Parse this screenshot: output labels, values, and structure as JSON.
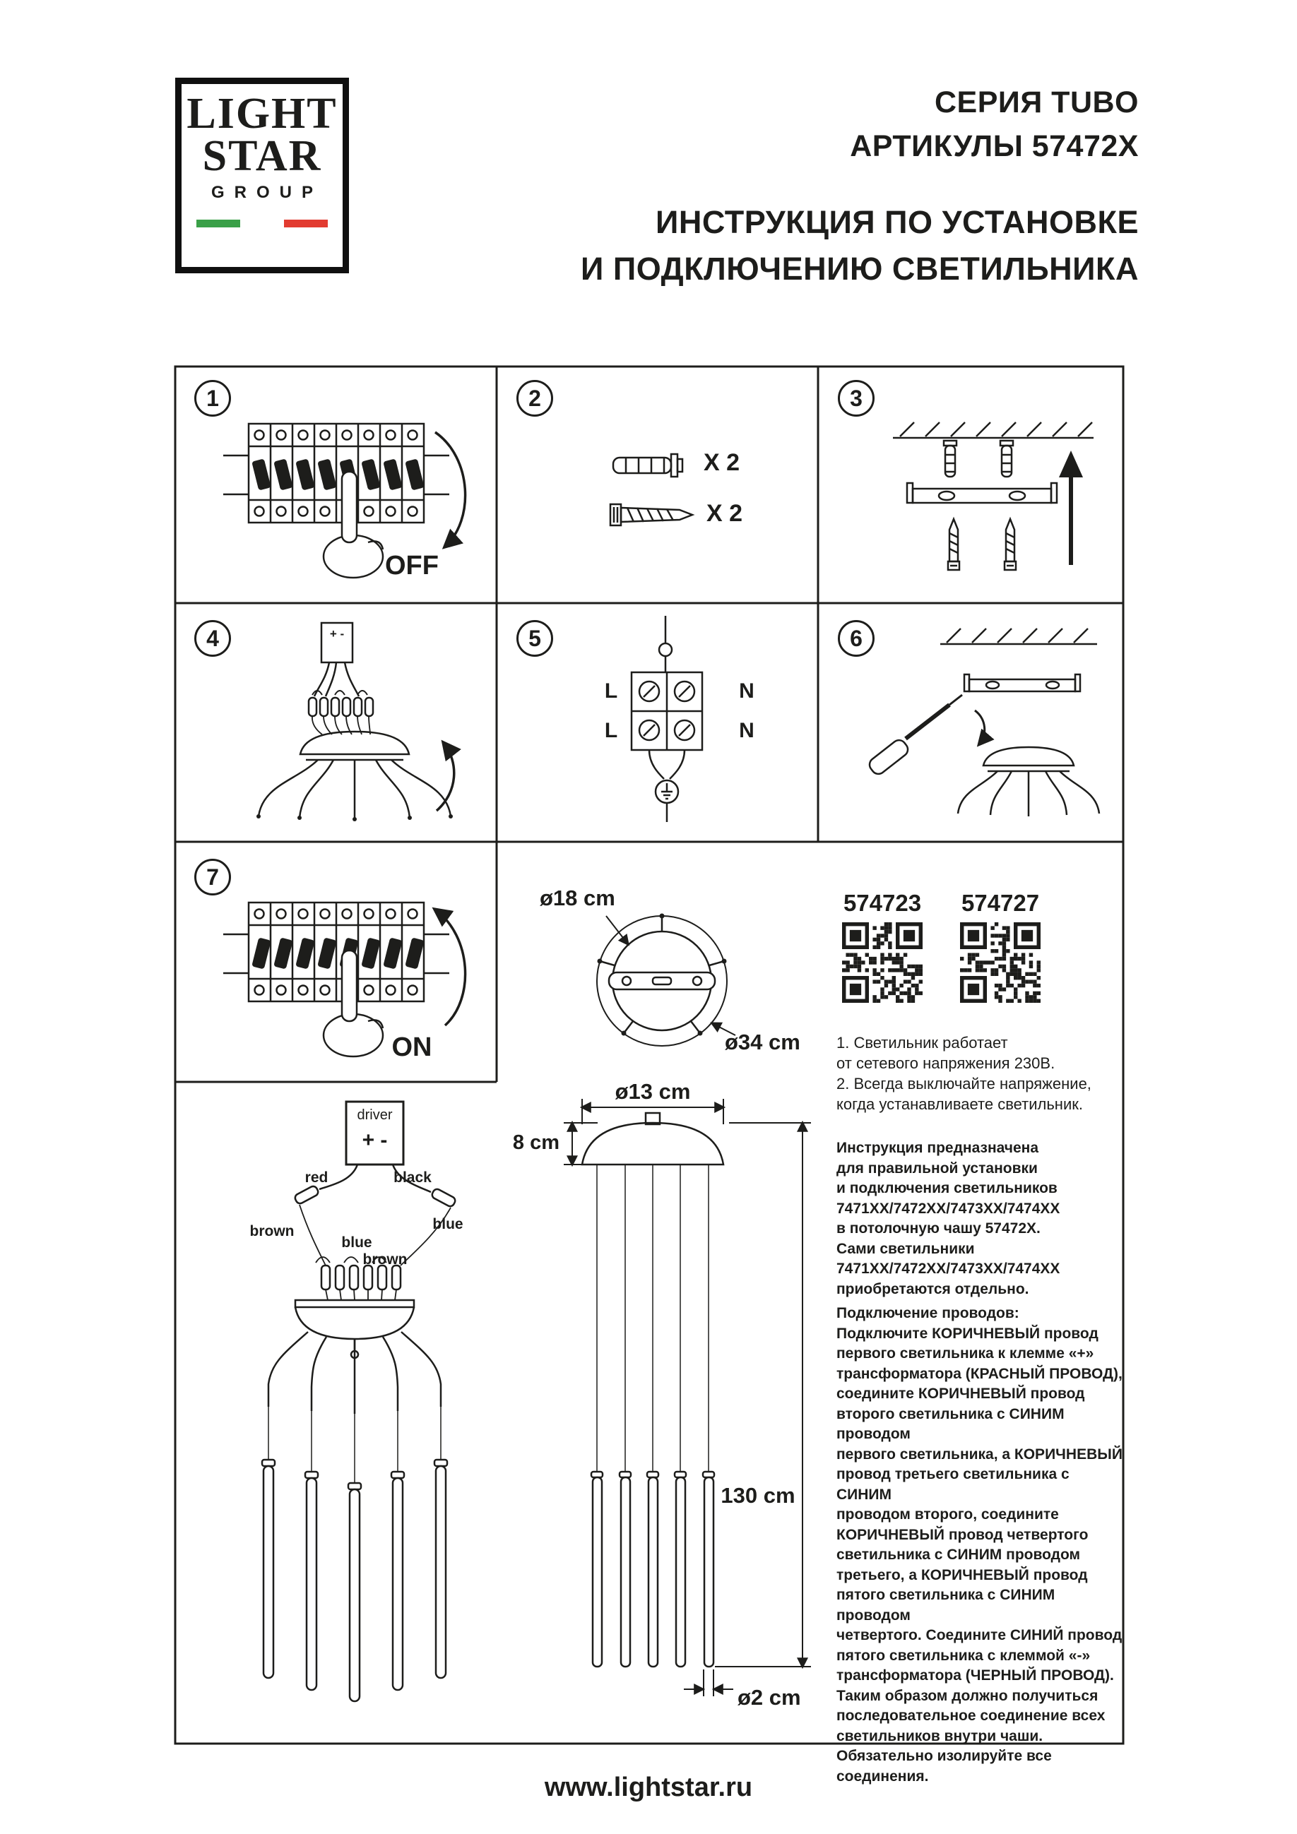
{
  "colors": {
    "ink": "#1d1d1b",
    "flag_green": "#3aa048",
    "flag_red": "#e23b30"
  },
  "logo": {
    "light": "LIGHT",
    "star": "STAR",
    "group": "GROUP"
  },
  "header": {
    "series": "СЕРИЯ TUBO",
    "articles": "АРТИКУЛЫ 57472X",
    "title1": "ИНСТРУКЦИЯ ПО УСТАНОВКЕ",
    "title2": "И ПОДКЛЮЧЕНИЮ СВЕТИЛЬНИКА"
  },
  "steps": {
    "n1": "1",
    "n2": "2",
    "n3": "3",
    "n4": "4",
    "n5": "5",
    "n6": "6",
    "n7": "7",
    "off": "OFF",
    "on": "ON",
    "qty_anchor": "X 2",
    "qty_screw": "X 2",
    "driver_mark": "+ -",
    "term_l_top": "L",
    "term_n_top": "N",
    "term_l_bottom": "L",
    "term_n_bottom": "N"
  },
  "top_view": {
    "inner_dia": "ø18 cm",
    "outer_dia": "ø34 cm"
  },
  "products": {
    "code1": "574723",
    "code2": "574727"
  },
  "wiring": {
    "driver": "driver",
    "polarity": "+ -",
    "red": "red",
    "black": "black",
    "brown_left": "brown",
    "blue_mid": "blue",
    "brown_mid": "brown",
    "blue_right": "blue"
  },
  "dims": {
    "canopy_dia": "ø13 cm",
    "canopy_h": "8 cm",
    "length": "130 cm",
    "tube_dia": "ø2 cm"
  },
  "notes": {
    "power": "1. Светильник работает\nот сетевого напряжения 230В.\n2. Всегда выключайте напряжение,\nкогда устанавливаете светильник.",
    "intro": "Инструкция предназначена\nдля правильной установки\nи подключения светильников\n7471XX/7472XX/7473XX/7474XX\nв потолочную чашу 57472X.\nСами светильники\n7471XX/7472XX/7473XX/7474XX\nприобретаются отдельно.",
    "wiring": "Подключение проводов:\nПодключите КОРИЧНЕВЫЙ провод\nпервого светильника к клемме «+»\nтрансформатора (КРАСНЫЙ ПРОВОД),\nсоедините КОРИЧНЕВЫЙ провод\nвторого светильника с СИНИМ проводом\nпервого светильника, а КОРИЧНЕВЫЙ\nпровод третьего светильника с СИНИМ\nпроводом второго, соедините\nКОРИЧНЕВЫЙ провод четвертого\nсветильника с СИНИМ проводом\nтретьего, а КОРИЧНЕВЫЙ провод\nпятого светильника с СИНИМ проводом\nчетвертого. Соедините СИНИЙ провод\nпятого светильника с клеммой «-»\nтрансформатора (ЧЕРНЫЙ ПРОВОД).\nТаким образом должно получиться\nпоследовательное соединение всех\nсветильников внутри чаши.\nОбязательно изолируйте все соединения."
  },
  "footer": {
    "url": "www.lightstar.ru"
  }
}
